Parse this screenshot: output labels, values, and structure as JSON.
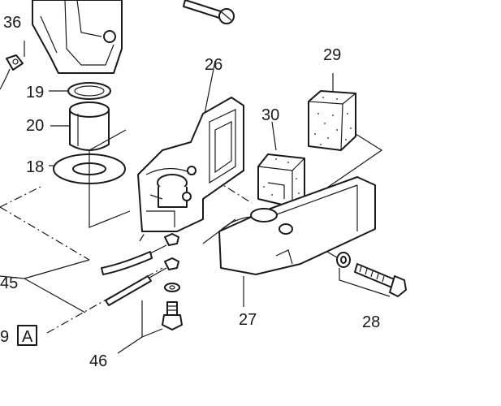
{
  "labels": {
    "p36": "36",
    "p19": "19",
    "p20": "20",
    "p18": "18",
    "p26": "26",
    "p29": "29",
    "p30": "30",
    "p45": "45",
    "p9": "9",
    "pA": "A",
    "p46": "46",
    "p27": "27",
    "p28": "28"
  }
}
